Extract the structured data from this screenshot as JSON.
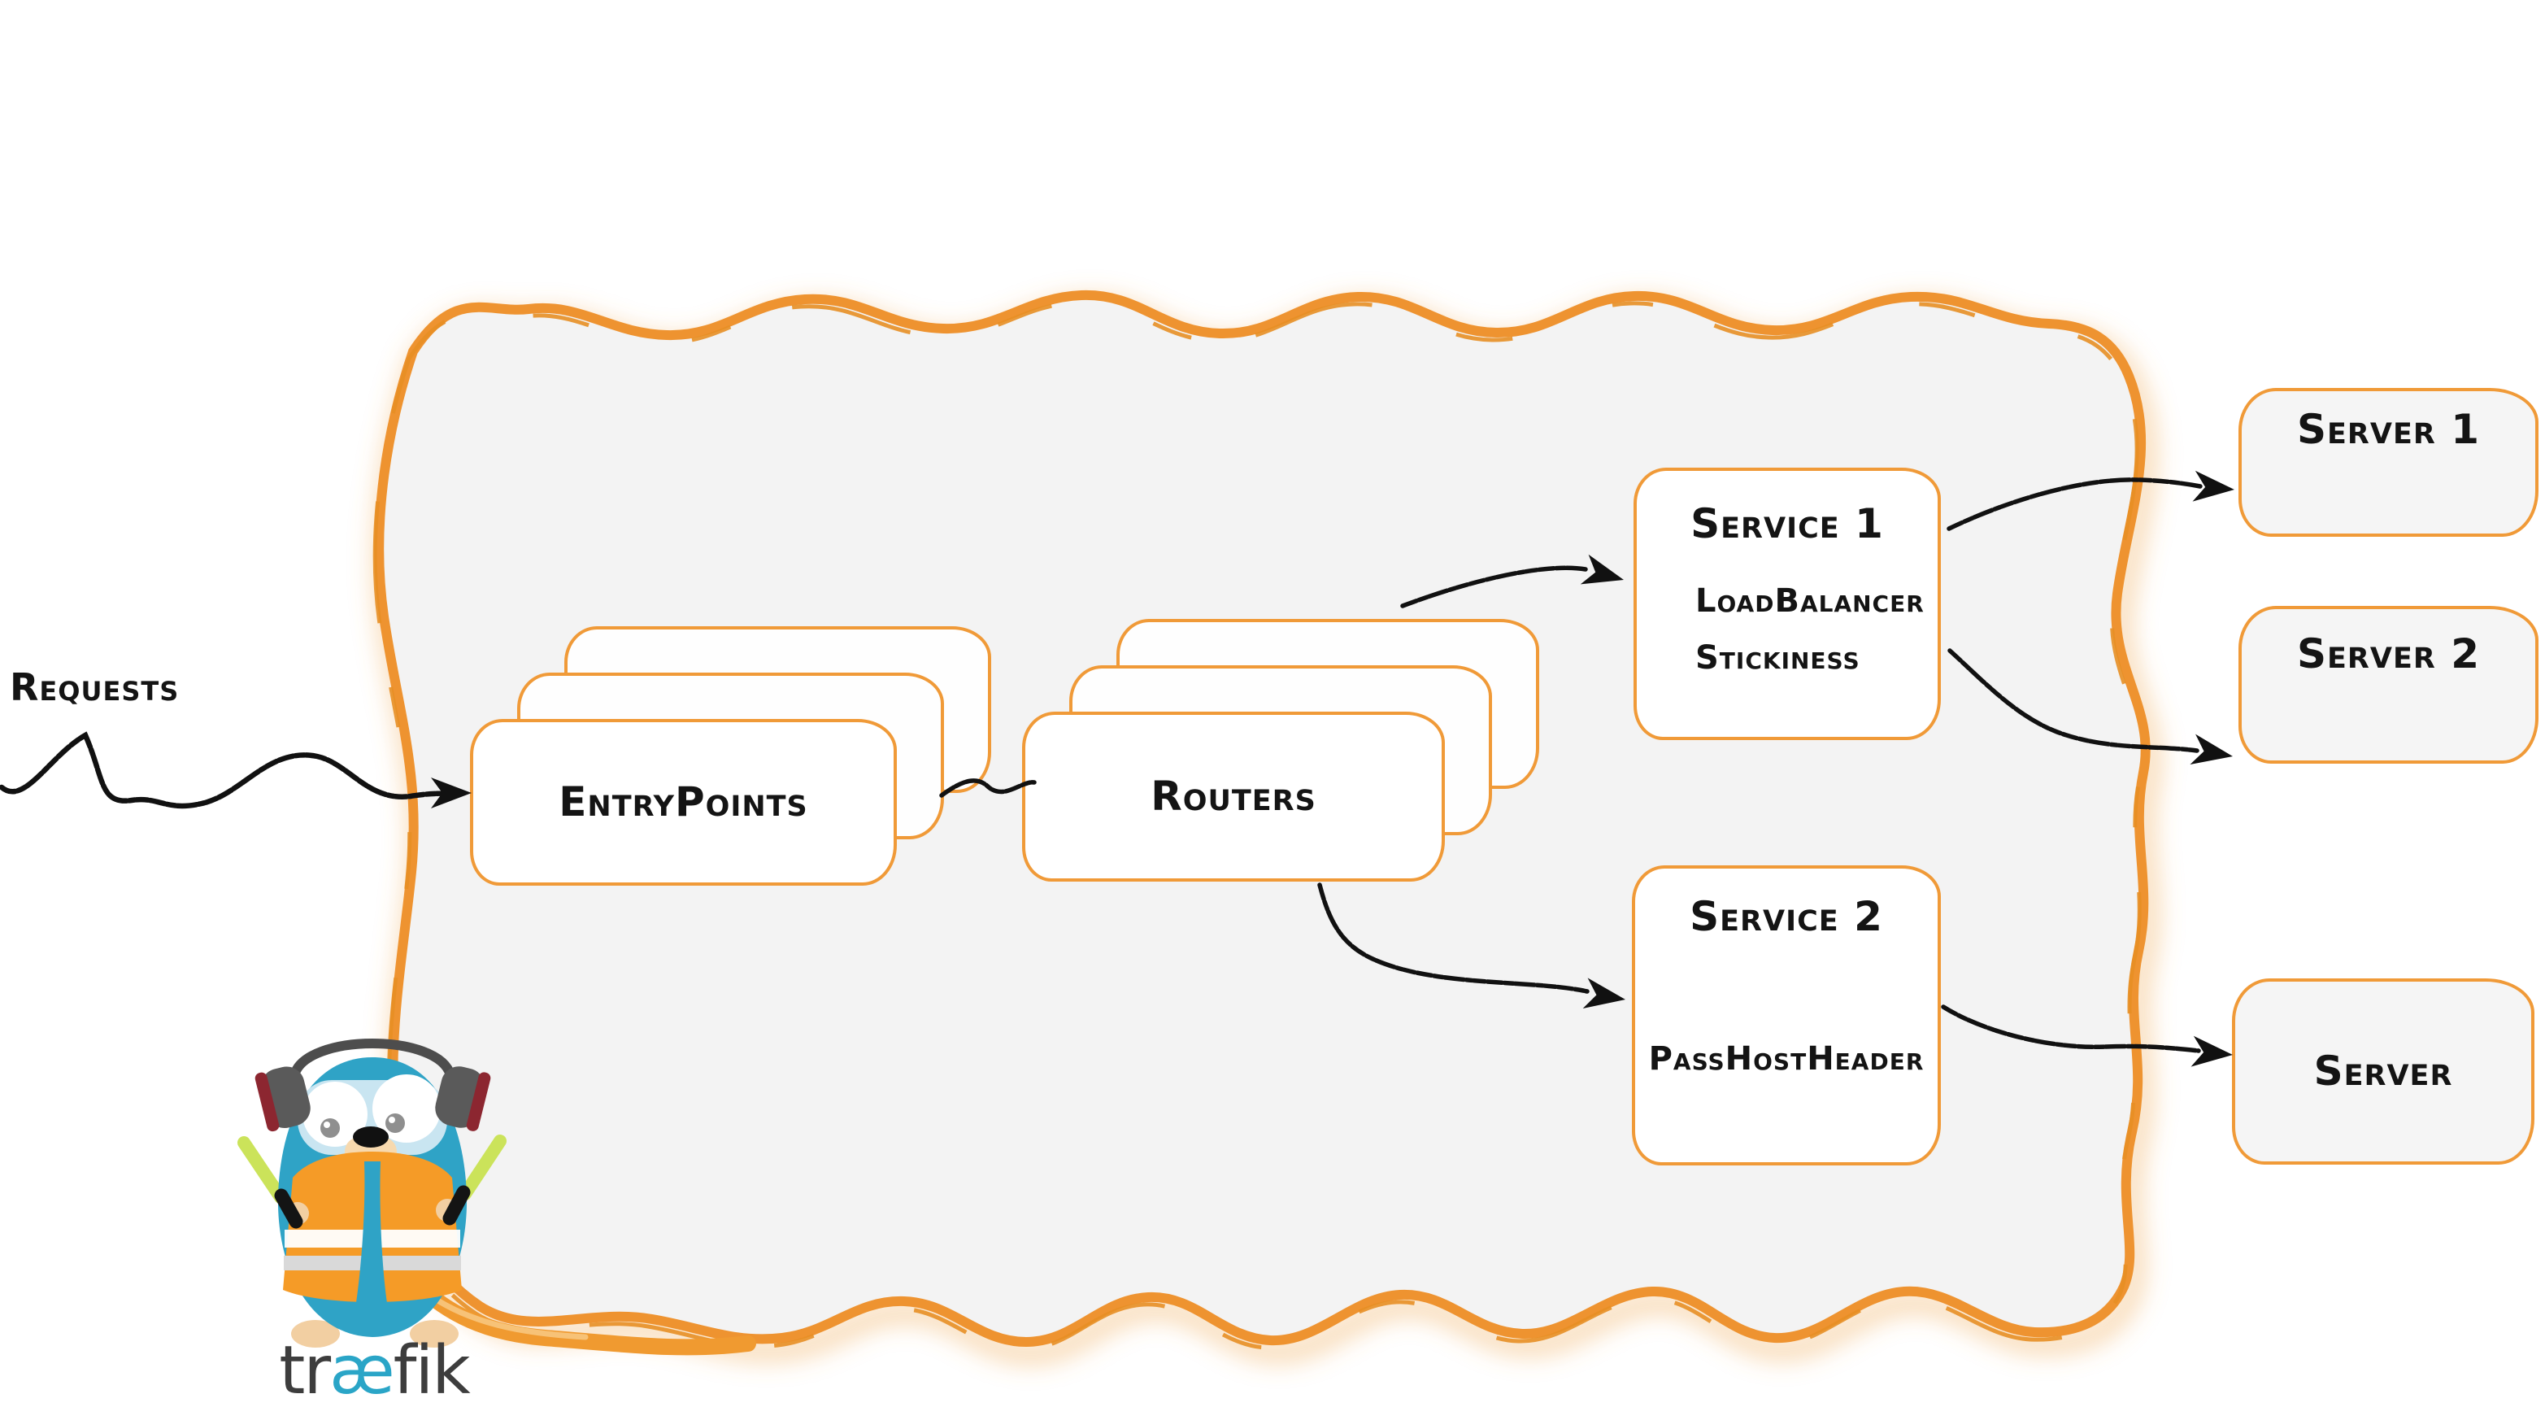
{
  "diagram": {
    "requests_label": "Requests",
    "entrypoints": {
      "label": "EntryPoints"
    },
    "routers": {
      "label": "Routers"
    },
    "service1": {
      "title": "Service 1",
      "features": [
        "LoadBalancer",
        "Stickiness"
      ]
    },
    "service2": {
      "title": "Service 2",
      "features": [
        "PassHostHeader"
      ]
    },
    "servers": [
      {
        "label": "Server 1"
      },
      {
        "label": "Server 2"
      },
      {
        "label": "Server"
      }
    ]
  },
  "logo": {
    "part1": "tr",
    "ae": "æ",
    "part2": "fik"
  },
  "colors": {
    "container_border": "#ee9330",
    "container_fill": "#f3f3f3",
    "box_border": "#f09a38",
    "ink": "#141414",
    "logo_teal": "#2aa5c7",
    "gopher_teal": "#2fa3c6",
    "vest_orange": "#f59b27",
    "baton_green": "#cbe35a"
  }
}
